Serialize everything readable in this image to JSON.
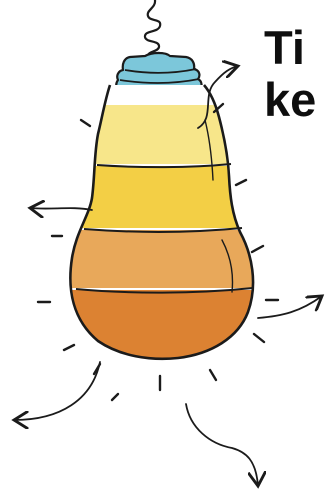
{
  "title": {
    "line1": "Ti",
    "line2": "ke"
  },
  "illustration": {
    "subject": "light-bulb",
    "outline_color": "#1b1b1b",
    "socket_color": "#7cc7da",
    "bands": [
      {
        "name": "band-1",
        "color": "#f7e68a"
      },
      {
        "name": "band-2",
        "color": "#f3cf45"
      },
      {
        "name": "band-3",
        "color": "#e8a85a"
      },
      {
        "name": "band-4",
        "color": "#dc8232"
      }
    ],
    "arrows": [
      "socket-right-arrow",
      "left-arrow",
      "right-arrow",
      "bottom-left-arrow",
      "bottom-arrow"
    ]
  }
}
